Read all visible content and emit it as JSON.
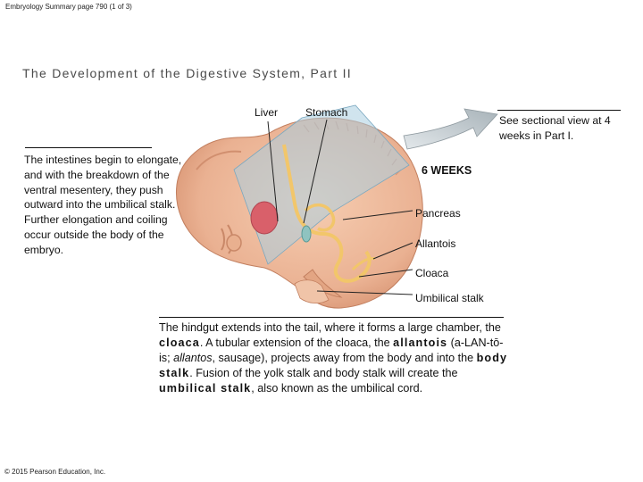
{
  "header": {
    "text": "Embryology Summary page 790 (1 of 3)"
  },
  "title": "The Development of the Digestive System, Part II",
  "left_text": "The intestines begin to elongate, and with the breakdown of the ventral mesentery, they push outward into the umbilical stalk. Further elongation and coiling occur outside the body of the embryo.",
  "see_note": "See sectional view at 4 weeks in Part I.",
  "figure": {
    "labels": {
      "liver": "Liver",
      "stomach": "Stomach",
      "weeks": "6 WEEKS",
      "pancreas": "Pancreas",
      "allantois": "Allantois",
      "cloaca": "Cloaca",
      "umbilical_stalk": "Umbilical stalk"
    }
  },
  "bottom_text": {
    "p1": "The hindgut extends into the tail, where it forms a large chamber, the ",
    "t1": "cloaca",
    "p2": ". A tubular extension of the cloaca, the ",
    "t2": "allantois",
    "p3": " (a-LAN-tō-is; ",
    "i1": "allantos",
    "p4": ", sausage), projects away from the body and into the ",
    "t3": "body stalk",
    "p5": ". Fusion of the yolk stalk and body stalk will create the ",
    "t4": "umbilical stalk",
    "p6": ", also known as the umbilical cord."
  },
  "copyright": "© 2015 Pearson Education, Inc.",
  "colors": {
    "embryo_skin": "#eab192",
    "embryo_dark": "#d68f6c",
    "section_plane": "#a9cde0",
    "gut_tube": "#f2c66a",
    "liver": "#d9606a",
    "arrow": "#b4bec4"
  }
}
